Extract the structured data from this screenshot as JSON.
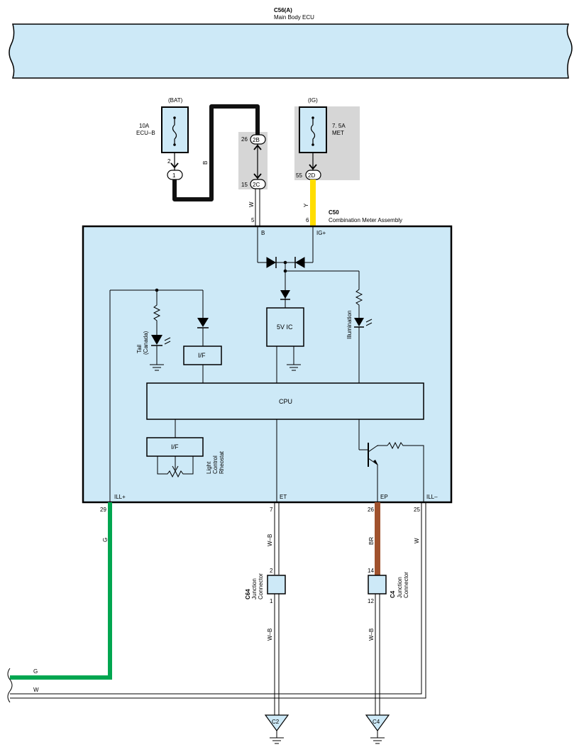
{
  "ecu": {
    "code": "C56(A)",
    "name": "Main Body ECU"
  },
  "meter": {
    "code": "C50",
    "name": "Combination Meter Assembly"
  },
  "fuses": [
    {
      "header": "(BAT)",
      "amp": "10A",
      "name": "ECU–B"
    },
    {
      "header": "(IG)",
      "amp": "7. 5A",
      "name": "MET"
    }
  ],
  "connectors": {
    "c1": "1",
    "c2b": "2B",
    "c2c": "2C",
    "c2d": "2D",
    "pin_2": "2",
    "pin_26": "26",
    "pin_15": "15",
    "pin_55": "55"
  },
  "wires": {
    "b": "B",
    "w": "W",
    "y": "Y",
    "g": "G",
    "wb": "W–B",
    "br": "BR"
  },
  "meter_pins": {
    "p5": "5",
    "p6": "6",
    "b": "B",
    "ig": "IG+",
    "p29": "29",
    "p7": "7",
    "p26": "26",
    "p25": "25",
    "ill_plus": "ILL+",
    "et": "ET",
    "ep": "EP",
    "ill_minus": "ILL–"
  },
  "internal": {
    "tail_line1": "Tail",
    "tail_line2": "(Canada)",
    "if1": "I/F",
    "ic": "5V IC",
    "illumination": "Illumination",
    "cpu": "CPU",
    "if2": "I/F",
    "rheo1": "Light",
    "rheo2": "Control",
    "rheo3": "Rheostat"
  },
  "junctions": [
    {
      "code": "C64",
      "name1": "Junction",
      "name2": "Connector",
      "pin_top": "2",
      "pin_bottom": "1"
    },
    {
      "code": "C4",
      "name1": "Junction",
      "name2": "Connector",
      "pin_top": "14",
      "pin_bottom": "12"
    }
  ],
  "grounds": [
    "C2",
    "C4"
  ],
  "colors": {
    "panel_fill": "#cde9f7",
    "wire_yellow": "#ffdd00",
    "wire_green": "#00a650",
    "wire_brown": "#a0522d",
    "fuse_box_gray": "#d6d6d6"
  }
}
